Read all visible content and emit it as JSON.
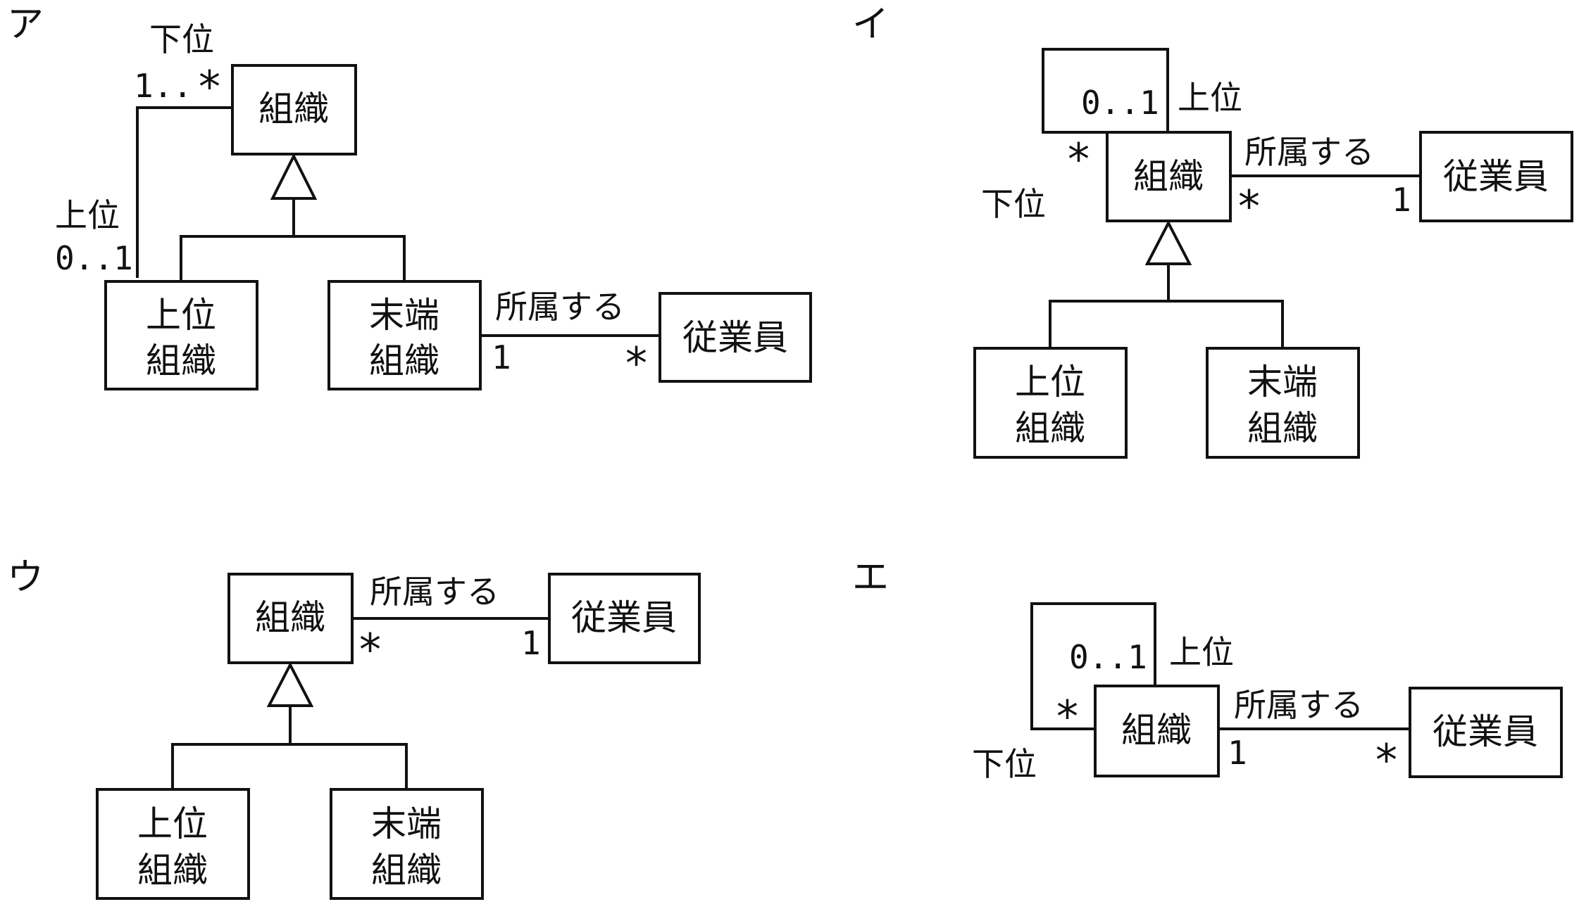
{
  "options": {
    "a": {
      "label": "ア",
      "cls_org": "組織",
      "cls_upper_1": "上位",
      "cls_upper_2": "組織",
      "cls_leaf_1": "末端",
      "cls_leaf_2": "組織",
      "cls_employee": "従業員",
      "role_lower": "下位",
      "mult_lower": "1..",
      "mult_lower_star": "*",
      "role_upper": "上位",
      "mult_upper": "0..1",
      "assoc": "所属する",
      "mult_org_side": "1",
      "mult_emp_side": "*"
    },
    "b": {
      "label": "イ",
      "cls_org": "組織",
      "cls_upper_1": "上位",
      "cls_upper_2": "組織",
      "cls_leaf_1": "末端",
      "cls_leaf_2": "組織",
      "cls_employee": "従業員",
      "mult_upper": "0..1",
      "role_upper": "上位",
      "mult_lower": "*",
      "role_lower": "下位",
      "assoc": "所属する",
      "mult_org_side": "*",
      "mult_emp_side": "1"
    },
    "c": {
      "label": "ウ",
      "cls_org": "組織",
      "cls_upper_1": "上位",
      "cls_upper_2": "組織",
      "cls_leaf_1": "末端",
      "cls_leaf_2": "組織",
      "cls_employee": "従業員",
      "assoc": "所属する",
      "mult_org_side": "*",
      "mult_emp_side": "1"
    },
    "d": {
      "label": "エ",
      "cls_org": "組織",
      "cls_employee": "従業員",
      "mult_upper": "0..1",
      "role_upper": "上位",
      "mult_lower": "*",
      "role_lower": "下位",
      "assoc": "所属する",
      "mult_org_side": "1",
      "mult_emp_side": "*"
    }
  }
}
